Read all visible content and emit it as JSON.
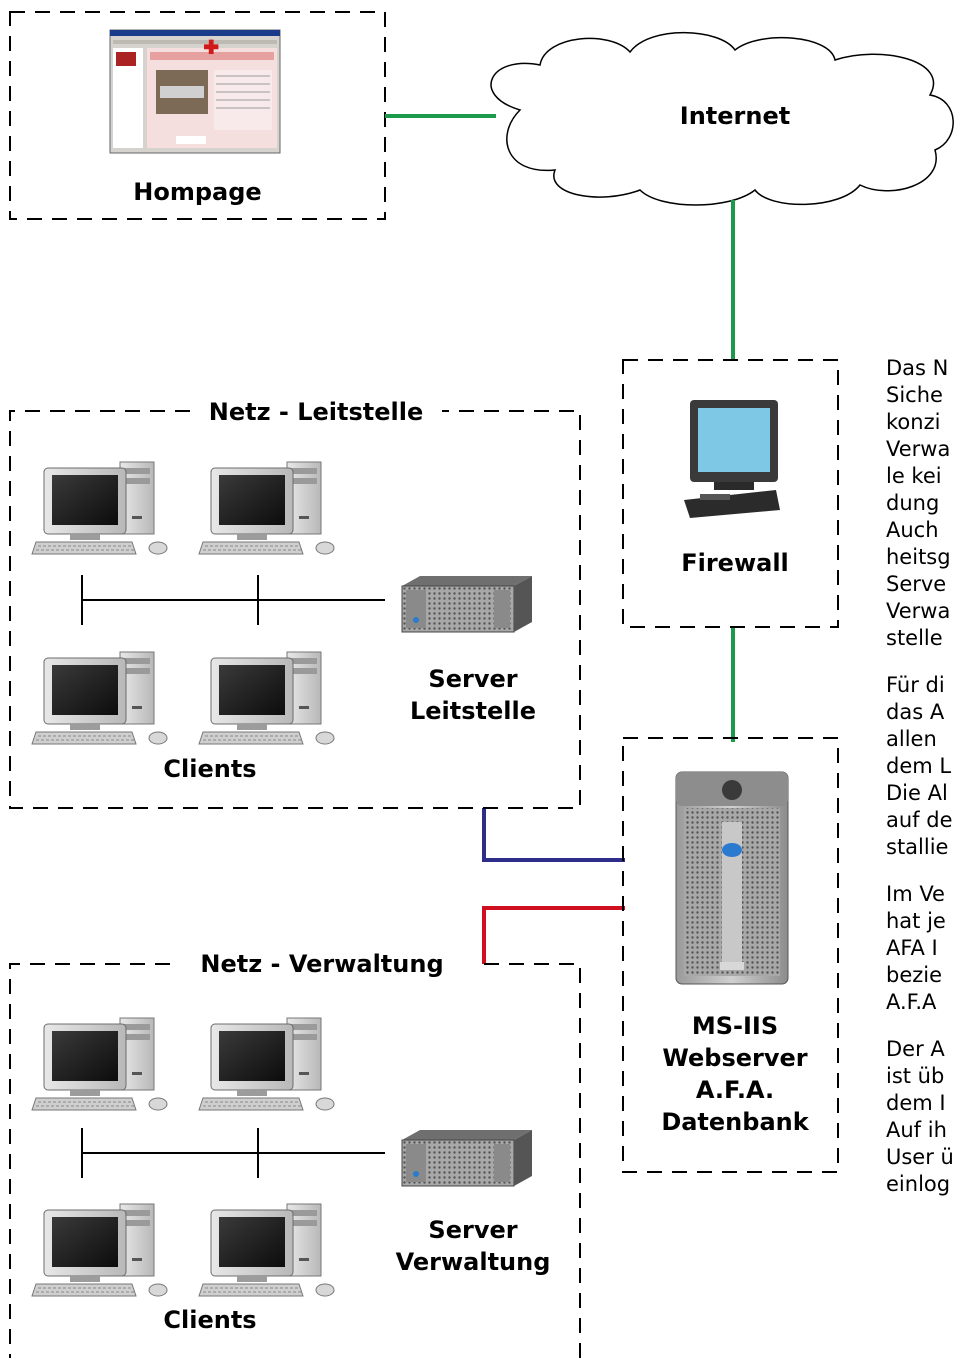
{
  "labels": {
    "homepage": "Hompage",
    "internet": "Internet",
    "firewall": "Firewall",
    "net_leitstelle": "Netz - Leitstelle",
    "net_verwaltung": "Netz - Verwaltung",
    "server_leitstelle": [
      "Server",
      "Leitstelle"
    ],
    "server_verwaltung": [
      "Server",
      "Verwaltung"
    ],
    "clients_leitstelle": "Clients",
    "clients_verwaltung": "Clients",
    "webserver": [
      "MS-IIS",
      "Webserver",
      "A.F.A.",
      "Datenbank"
    ]
  },
  "side_text": [
    [
      "Das N",
      "Siche",
      "konzi",
      "Verwa",
      "le kei",
      "dung",
      "Auch",
      "heitsg",
      "Serve",
      "Verwa",
      "stelle"
    ],
    [
      "Für di",
      "das A",
      "allen",
      "dem L",
      "Die Al",
      "auf de",
      "stallie"
    ],
    [
      "Im Ve",
      "hat je",
      "AFA I",
      "bezie",
      "A.F.A"
    ],
    [
      "Der A",
      "ist üb",
      "dem I",
      "Auf ih",
      "User ü",
      "einlog"
    ]
  ],
  "colors": {
    "link_green": "#1a9a4a",
    "link_blue": "#2e2e8a",
    "link_red": "#d01020"
  }
}
